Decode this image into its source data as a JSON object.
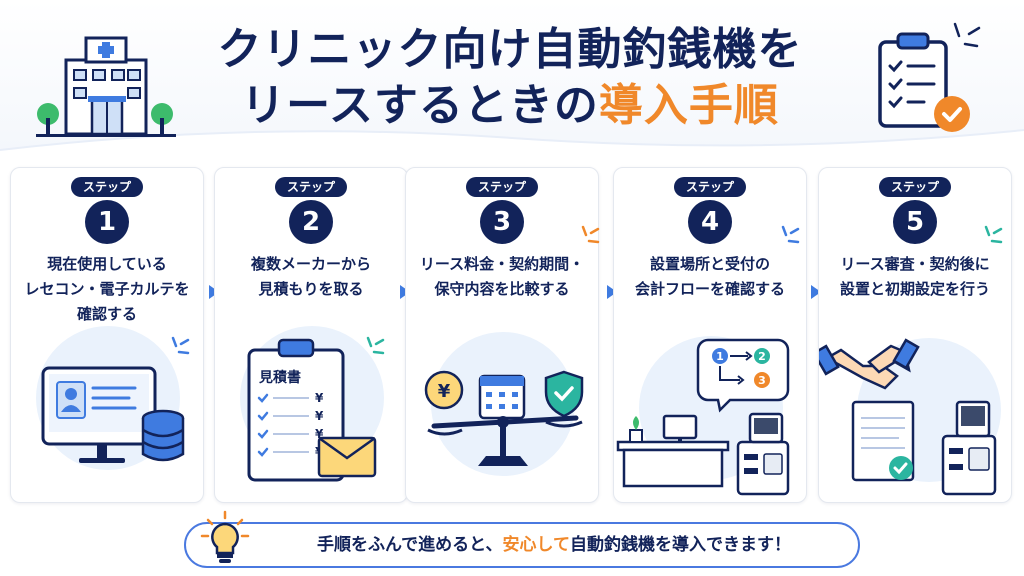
{
  "title": {
    "line1": "クリニック向け自動釣銭機を",
    "line2_prefix": "リースするときの",
    "line2_accent": "導入手順"
  },
  "steps": [
    {
      "badge": "ステップ",
      "number": "1",
      "lines": [
        "現在使用している",
        "レセコン・電子カルテを",
        "確認する"
      ]
    },
    {
      "badge": "ステップ",
      "number": "2",
      "lines": [
        "複数メーカーから",
        "見積もりを取る"
      ]
    },
    {
      "badge": "ステップ",
      "number": "3",
      "lines": [
        "リース料金・契約期間・",
        "保守内容を比較する"
      ]
    },
    {
      "badge": "ステップ",
      "number": "4",
      "lines": [
        "設置場所と受付の",
        "会計フローを確認する"
      ]
    },
    {
      "badge": "ステップ",
      "number": "5",
      "lines": [
        "リース審査・契約後に",
        "設置と初期設定を行う"
      ]
    }
  ],
  "estimate_doc": {
    "title": "見積書",
    "currency": "¥"
  },
  "scale_icons": {
    "yen": "¥"
  },
  "flow_nodes": [
    "1",
    "2",
    "3"
  ],
  "banner": {
    "prefix": "手順をふんで進めると、",
    "highlight": "安心して",
    "suffix": "自動釣銭機を導入できます！"
  },
  "colors": {
    "navy": "#12235a",
    "accent": "#f0882a",
    "blue": "#3f7be0",
    "teal": "#2bb5a0"
  },
  "icons": [
    "hospital-icon",
    "checklist-clipboard-icon",
    "computer-monitor-icon",
    "database-icon",
    "estimate-clipboard-icon",
    "envelope-icon",
    "scale-icon",
    "calendar-icon",
    "shield-check-icon",
    "reception-desk-icon",
    "change-machine-icon",
    "handshake-icon",
    "contract-document-icon",
    "lightbulb-icon"
  ]
}
